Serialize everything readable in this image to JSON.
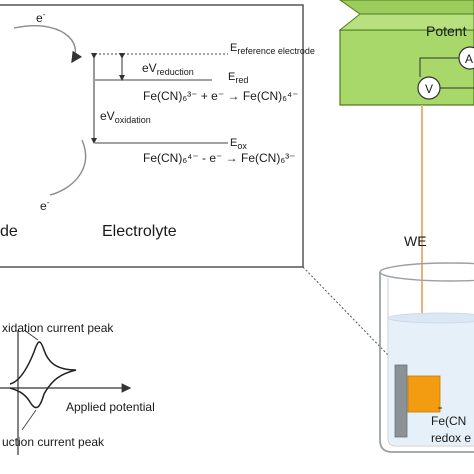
{
  "energy_diagram": {
    "electron_top": "e",
    "electron_top_sup": "-",
    "reference_label": "E",
    "reference_sub": "reference electrode",
    "ev_reduction": "eV",
    "ev_reduction_sub": "reduction",
    "ev_oxidation": "eV",
    "ev_oxidation_sub": "oxidation",
    "e_red": "E",
    "e_red_sub": "red",
    "e_ox": "E",
    "e_ox_sub": "ox",
    "reaction_red": "Fe(CN)₆³⁻ + e⁻ → Fe(CN)₆⁴⁻",
    "reaction_ox": "Fe(CN)₆⁴⁻ - e⁻ → Fe(CN)₆³⁻",
    "electron_bottom": "e",
    "electron_bottom_sup": "-",
    "electrode_label_partial": "de",
    "electrolyte_label": "Electrolyte"
  },
  "voltammogram": {
    "oxidation_peak_label": "xidation current peak",
    "reduction_peak_label": "uction current peak",
    "x_axis_label": "Applied potential"
  },
  "instrument": {
    "title_partial": "Potent",
    "meter_a": "A",
    "meter_v": "V",
    "we_label": "WE",
    "redox_line1": "Fe(CN",
    "redox_line2": "redox e"
  },
  "colors": {
    "potentiostat_fill": "#a8d86a",
    "potentiostat_stroke": "#4e7d1f",
    "wire": "#f0b07a",
    "electrode": "#f39c12",
    "solution": "#e6f0f8",
    "beaker": "#9aa0a6"
  }
}
